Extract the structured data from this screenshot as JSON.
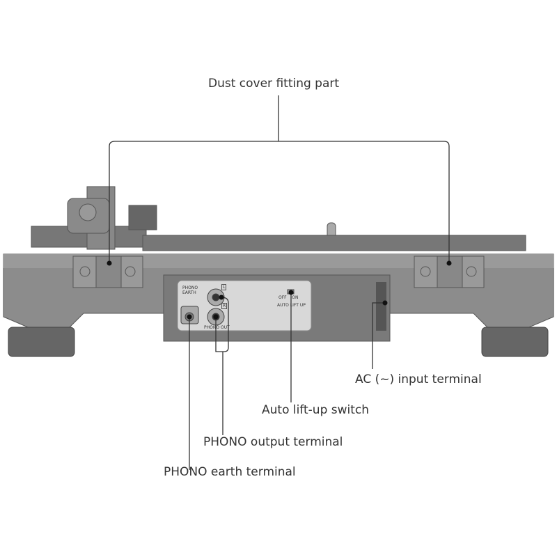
{
  "callouts": {
    "dust_cover": "Dust cover fitting part",
    "ac_input": "AC (~) input terminal",
    "auto_lift": "Auto lift-up switch",
    "phono_out": "PHONO output terminal",
    "phono_earth": "PHONO earth terminal"
  },
  "panel": {
    "phono_earth": "PHONO EARTH",
    "left": "L",
    "right": "R",
    "phono_out": "PHONO OUT",
    "off_on": "OFF    ON",
    "auto_lift_up": "AUTO LIFT UP"
  }
}
